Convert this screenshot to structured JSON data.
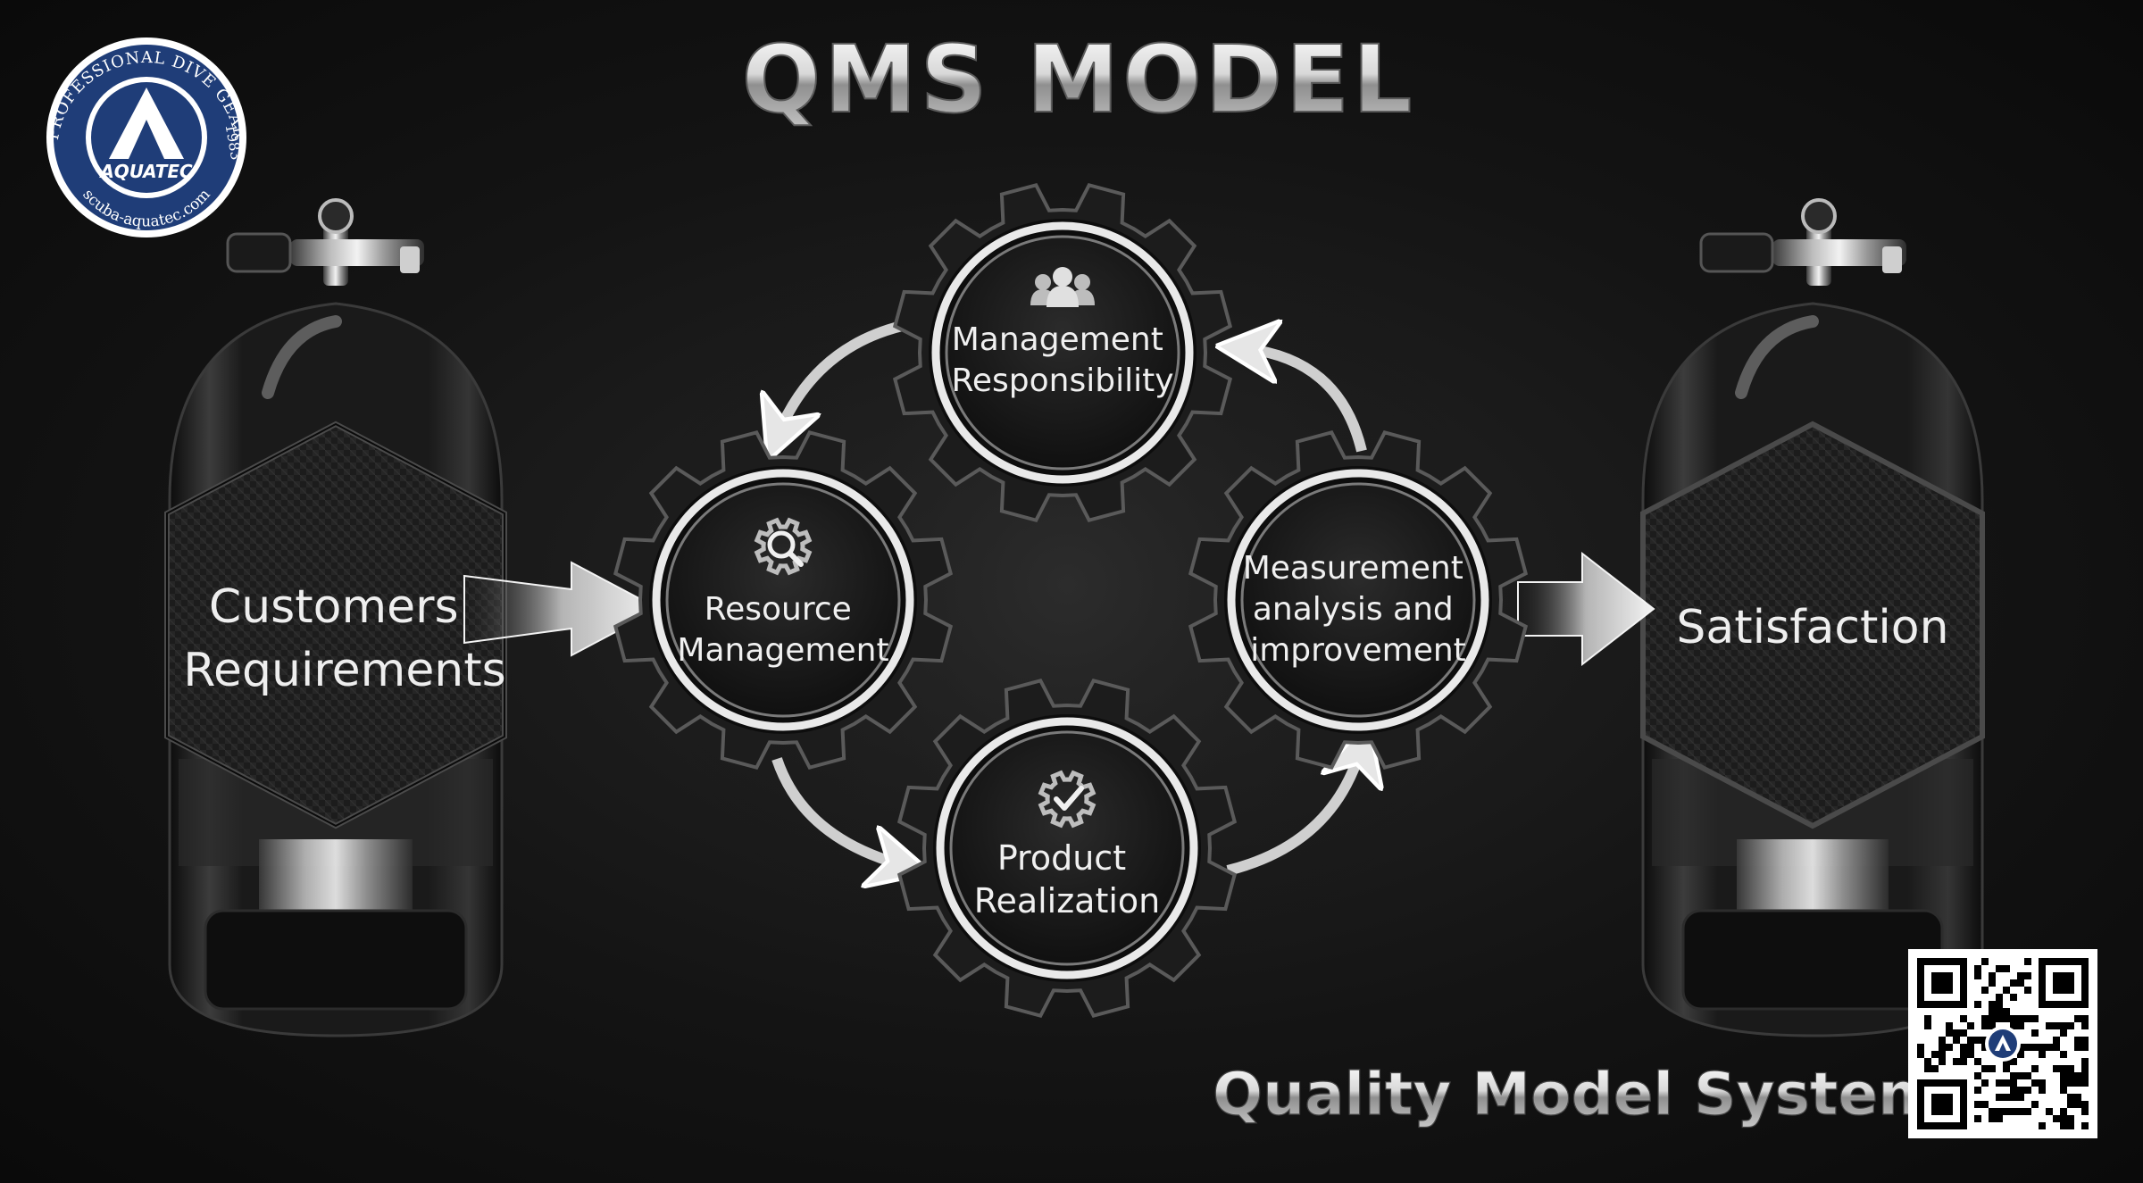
{
  "title": "QMS MODEL",
  "subtitle": "Quality Model System",
  "logo": {
    "ring_top": "PROFESSIONAL DIVE GEAR",
    "ring_right": "1983",
    "ring_bottom": "scuba-aquatec.com",
    "brand": "AQUATEC"
  },
  "left_tank": {
    "lines": [
      "Customers",
      "Requirements"
    ]
  },
  "right_tank": {
    "lines": [
      "Satisfaction"
    ]
  },
  "gears": {
    "management": {
      "lines": [
        "Management",
        "Responsibility"
      ],
      "icon": "people-icon"
    },
    "resource": {
      "lines": [
        "Resource",
        "Management"
      ],
      "icon": "gear-magnifier-icon"
    },
    "measurement": {
      "lines": [
        "Measurement",
        "analysis and",
        "improvement"
      ],
      "icon": "none"
    },
    "product": {
      "lines": [
        "Product",
        "Realization"
      ],
      "icon": "gear-check-icon"
    }
  },
  "qr_code": {
    "icon": "qr-code-icon"
  },
  "colors": {
    "background": "#121212",
    "metal_light": "#e8e8e8",
    "metal_dark": "#6a6a6a",
    "text": "#f0f0f0",
    "logo_blue": "#1f3d78"
  }
}
